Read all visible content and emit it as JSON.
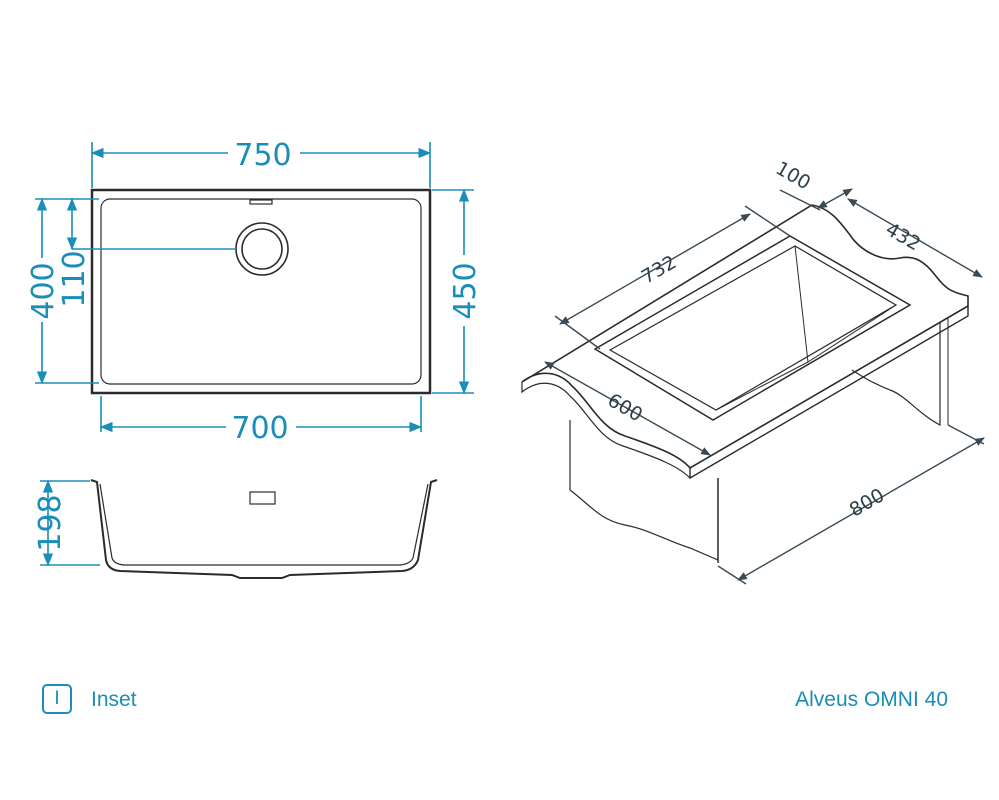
{
  "top_view": {
    "outer_width": "750",
    "inner_width": "700",
    "outer_depth": "400",
    "inner_depth": "450",
    "drain_offset": "110"
  },
  "side_view": {
    "height": "198"
  },
  "iso_view": {
    "length_top": "732",
    "back_gap": "100",
    "width_top": "432",
    "front_width": "600",
    "cabinet": "800"
  },
  "footer": {
    "mount_badge": "I",
    "mount_label": "Inset",
    "product_name": "Alveus OMNI 40"
  },
  "colors": {
    "accent": "#1a8db8",
    "outline": "#2b2b2b"
  }
}
